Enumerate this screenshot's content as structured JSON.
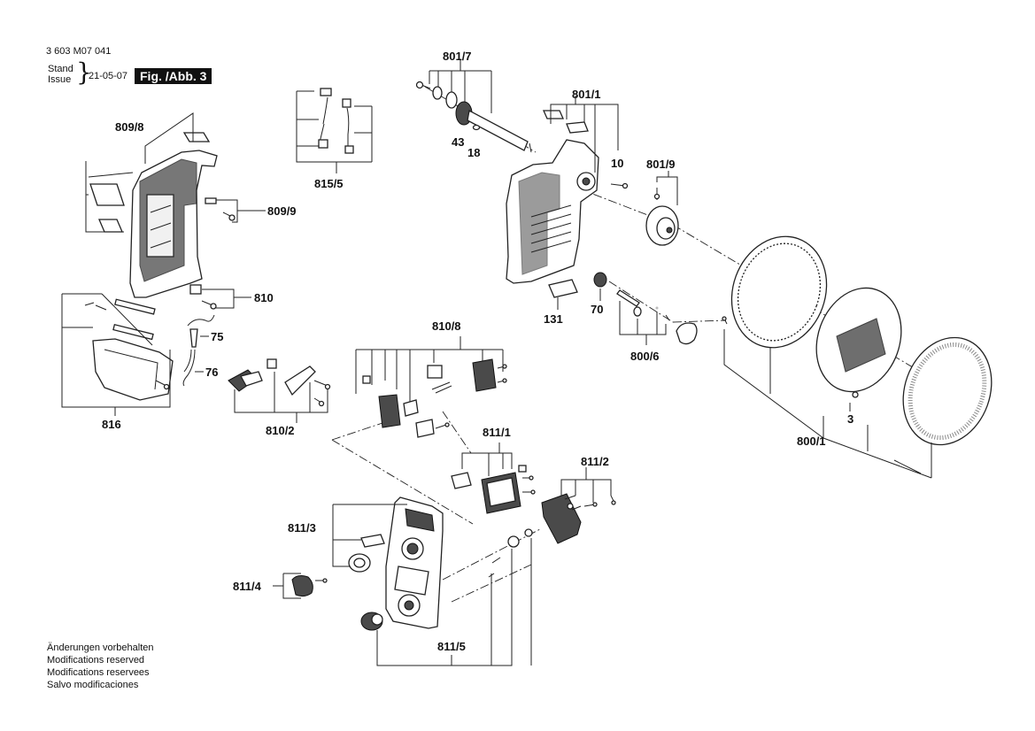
{
  "header": {
    "doc_number": "3 603 M07 041",
    "stand_label": "Stand",
    "issue_label": "Issue",
    "date": "21-05-07",
    "figure_label": "Fig. /Abb. 3"
  },
  "footer_notes": [
    "Änderungen vorbehalten",
    "Modifications reserved",
    "Modifications reservees",
    "Salvo modificaciones"
  ],
  "callouts": {
    "c801_7": "801/7",
    "c801_1": "801/1",
    "c43": "43",
    "c18": "18",
    "c10": "10",
    "c801_9": "801/9",
    "c809_8": "809/8",
    "c809_9": "809/9",
    "c815_5": "815/5",
    "c810": "810",
    "c75": "75",
    "c76": "76",
    "c816": "816",
    "c810_2": "810/2",
    "c810_8": "810/8",
    "c131": "131",
    "c70": "70",
    "c800_6": "800/6",
    "c3": "3",
    "c800_1": "800/1",
    "c811_1": "811/1",
    "c811_2": "811/2",
    "c811_3": "811/3",
    "c811_4": "811/4",
    "c811_5": "811/5"
  }
}
